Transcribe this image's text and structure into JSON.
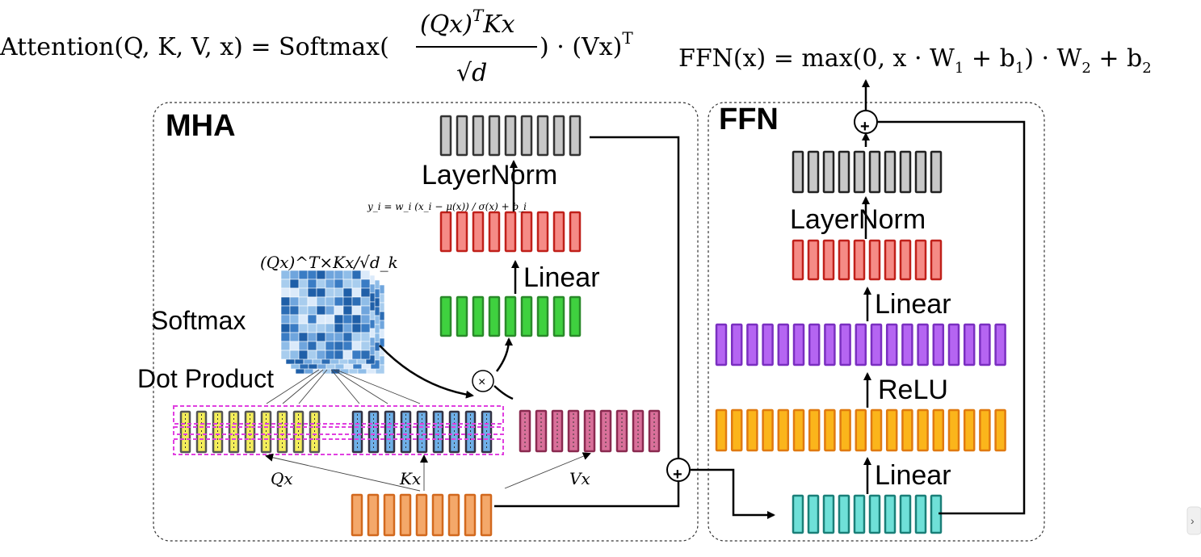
{
  "formulas": {
    "attention": {
      "lhs": "Attention(Q, K, V, x) = Softmax(",
      "numerator": "(Qx)",
      "numerator_sup": "T",
      "numerator_tail": "Kx",
      "denominator": "√d",
      "rhs": ") · (Vx)",
      "rhs_sup": "T"
    },
    "ffn": {
      "text": "FFN(x) = max(0, x · W",
      "w1_sub": "1",
      "plus_b": " + b",
      "b1_sub": "1",
      "w2": ") · W",
      "w2_sub": "2",
      "plus_b2": " + b",
      "b2_sub": "2"
    }
  },
  "mha": {
    "title": "MHA",
    "layernorm_label": "LayerNorm",
    "layernorm_formula": "y_i = w_i (x_i − μ(x)) / σ(x) + b_i",
    "linear_label": "Linear",
    "attn_matrix_label": "(Qx)^T×Kx/√d_k",
    "softmax_label": "Softmax",
    "dot_product_label": "Dot Product",
    "multiply_symbol": "×",
    "q_label": "Qx",
    "k_label": "Kx",
    "v_label": "Vx"
  },
  "ffn_block": {
    "title": "FFN",
    "layernorm_label": "LayerNorm",
    "linear_top_label": "Linear",
    "relu_label": "ReLU",
    "linear_bottom_label": "Linear"
  },
  "colors": {
    "gray_fill": "#c8c8c8",
    "red_fill": "#f58b86",
    "red_stroke": "#c0201a",
    "green_fill": "#3fd13f",
    "green_stroke": "#2a8a2a",
    "purple_fill": "#b565f2",
    "purple_stroke": "#7a2fc0",
    "orange_fill": "#fbb51b",
    "orange_stroke": "#e07a10",
    "teal_fill": "#6fe0d8",
    "teal_stroke": "#1a7f78",
    "input_fill": "#f4a86a",
    "input_stroke": "#d2691e",
    "q_fill": "#f4ee5a",
    "k_fill": "#6fb0e8",
    "v_fill": "#d9709a",
    "magenta_dash": "#e040e0"
  }
}
